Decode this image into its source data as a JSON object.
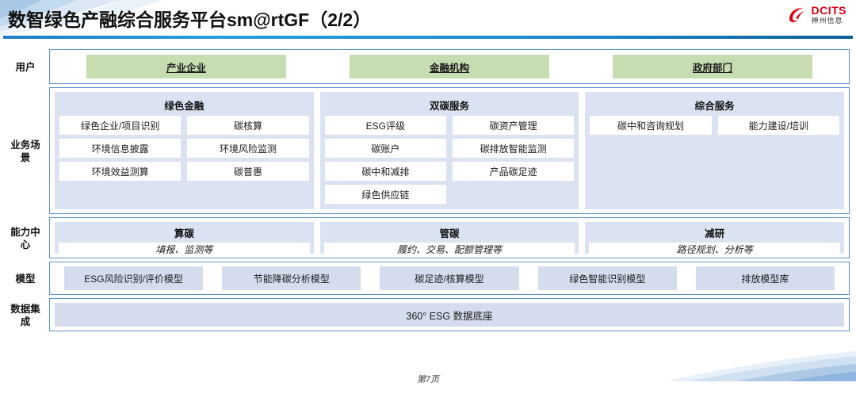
{
  "header": {
    "title": "数智绿色产融综合服务平台sm@rtGF（2/2）",
    "logo_en": "DCITS",
    "logo_cn": "神州信息",
    "logo_icon": "dcits-swirl-logo",
    "accent_color": "#1b86c8",
    "brand_color": "#d7000f"
  },
  "rows": {
    "users": {
      "label": "用户",
      "items": [
        {
          "label": "产业企业"
        },
        {
          "label": "金融机构"
        },
        {
          "label": "政府部门"
        }
      ],
      "box_color": "#c6ddb2"
    },
    "business": {
      "label": "业务场\n景",
      "label_line1": "业务场",
      "label_line2": "景",
      "panel_color": "#dbe3f3",
      "panels": [
        {
          "title": "绿色金融",
          "tiles": [
            "绿色企业/项目识别",
            "碳核算",
            "环境信息披露",
            "环境风险监测",
            "环境效益测算",
            "碳普惠"
          ]
        },
        {
          "title": "双碳服务",
          "tiles": [
            "ESG评级",
            "碳资产管理",
            "碳账户",
            "碳排放智能监测",
            "碳中和减排",
            "产品碳足迹",
            "绿色供应链"
          ]
        },
        {
          "title": "综合服务",
          "tiles": [
            "碳中和咨询规划",
            "能力建设/培训"
          ]
        }
      ]
    },
    "capability": {
      "label_line1": "能力中",
      "label_line2": "心",
      "panels": [
        {
          "title": "算碳",
          "subtitle": "填报、监测等"
        },
        {
          "title": "管碳",
          "subtitle": "履约、交易、配额管理等"
        },
        {
          "title": "减研",
          "subtitle": "路径规划、分析等"
        }
      ]
    },
    "model": {
      "label": "模型",
      "box_color": "#d4dcee",
      "items": [
        "ESG风险识别/评价模型",
        "节能降碳分析模型",
        "碳足迹/核算模型",
        "绿色智能识别模型",
        "排放模型库"
      ]
    },
    "data": {
      "label_line1": "数据集",
      "label_line2": "成",
      "box_color": "#d4dcee",
      "text": "360° ESG 数据底座"
    }
  },
  "footer": {
    "page_label": "第7页"
  }
}
